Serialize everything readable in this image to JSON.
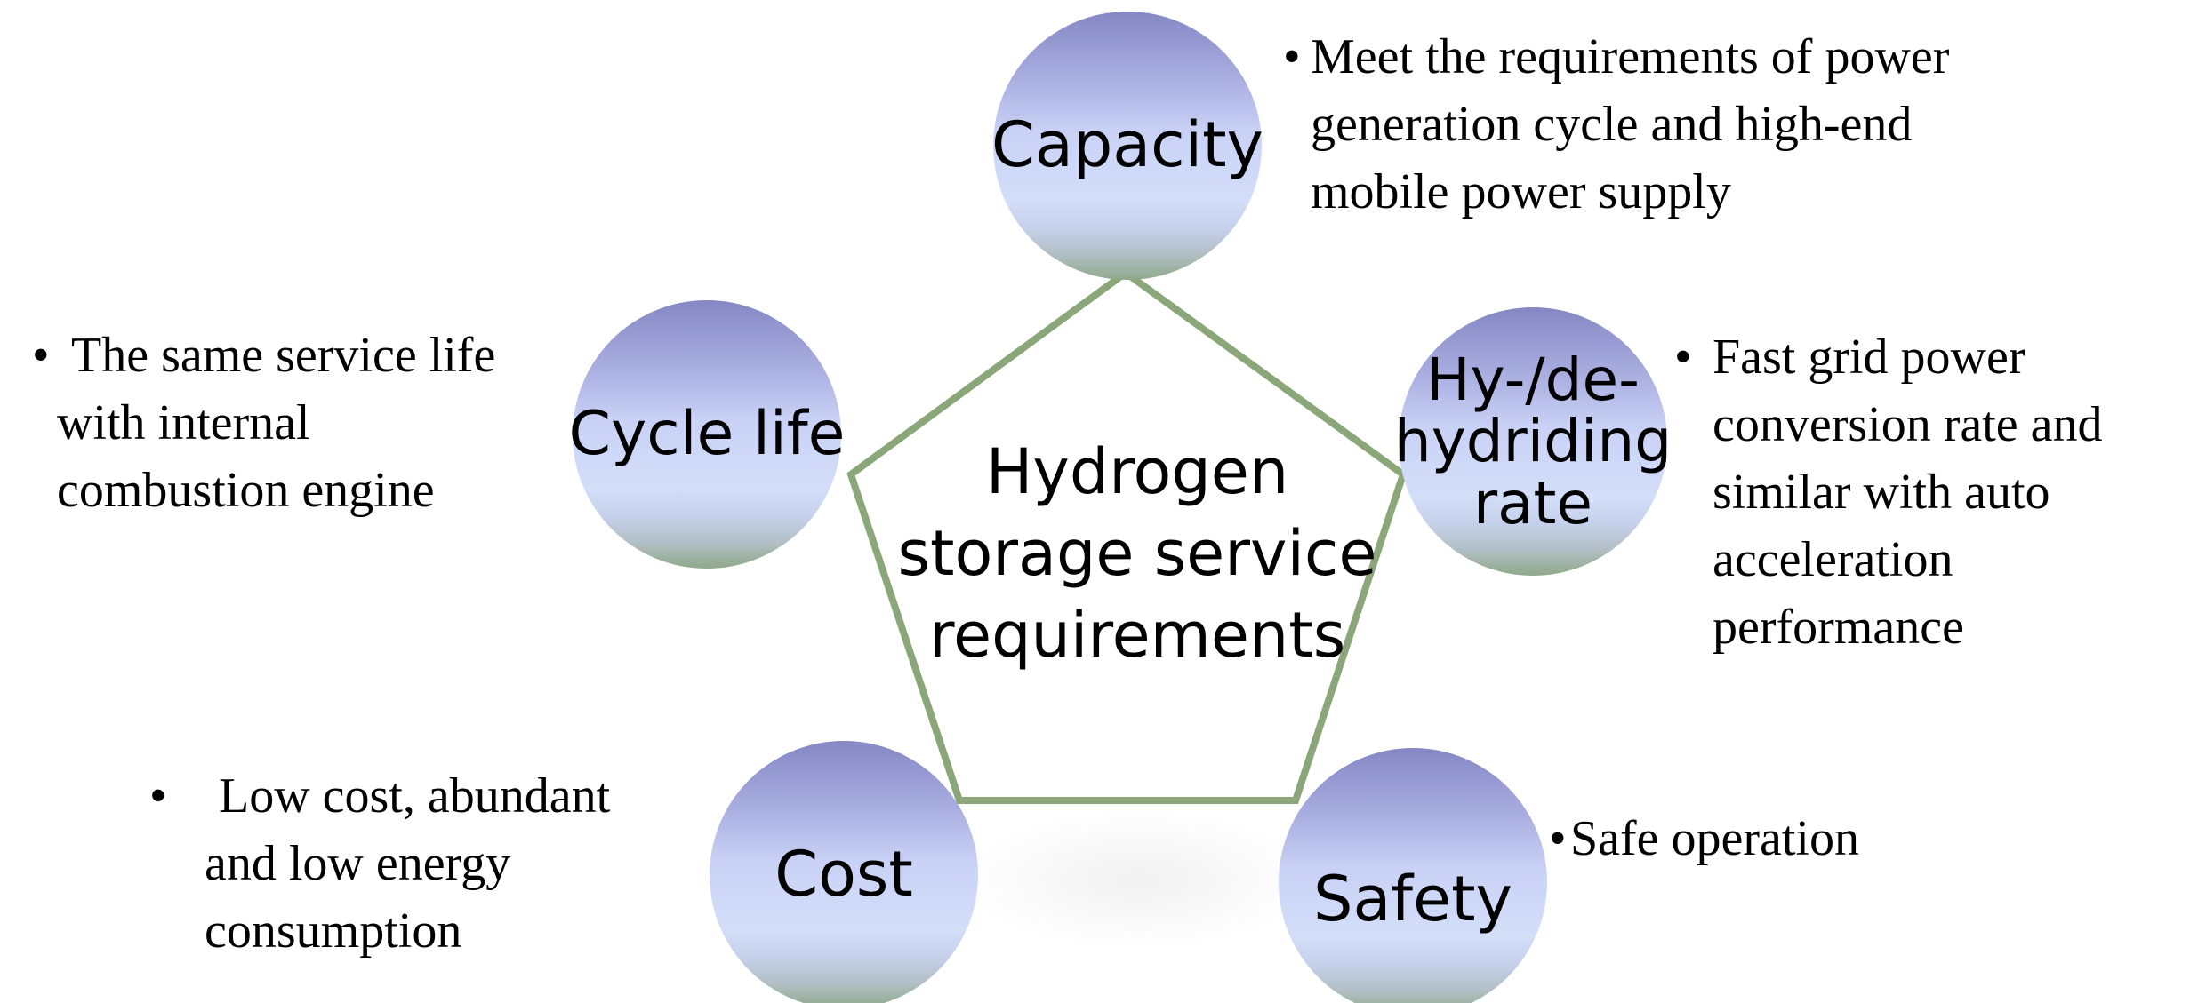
{
  "colors": {
    "pentagon_stroke": "#8ba77a",
    "circle_top": "#8587c4",
    "circle_mid": "#d3def9",
    "circle_bottom": "#8fa88a"
  },
  "center": {
    "lines": [
      "Hydrogen",
      "storage service",
      "requirements"
    ]
  },
  "nodes": {
    "capacity": {
      "label": [
        "Capacity"
      ],
      "bullet": "•",
      "note": [
        "Meet the requirements of power",
        "generation cycle and high-end",
        "mobile power supply"
      ]
    },
    "cycle_life": {
      "label": [
        "Cycle life"
      ],
      "bullet": "•",
      "note": [
        "The same service life",
        "with internal",
        "combustion engine"
      ]
    },
    "rate": {
      "label": [
        "Hy-/de-",
        "hydriding",
        "rate"
      ],
      "bullet": "•",
      "note": [
        "Fast grid power",
        "conversion rate and",
        "similar with auto",
        "acceleration",
        "performance"
      ]
    },
    "cost": {
      "label": [
        "Cost"
      ],
      "bullet": "•",
      "note": [
        "Low cost, abundant",
        "and low energy",
        "consumption"
      ]
    },
    "safety": {
      "label": [
        "Safety"
      ],
      "bullet": "•",
      "note": [
        "Safe operation"
      ]
    }
  }
}
